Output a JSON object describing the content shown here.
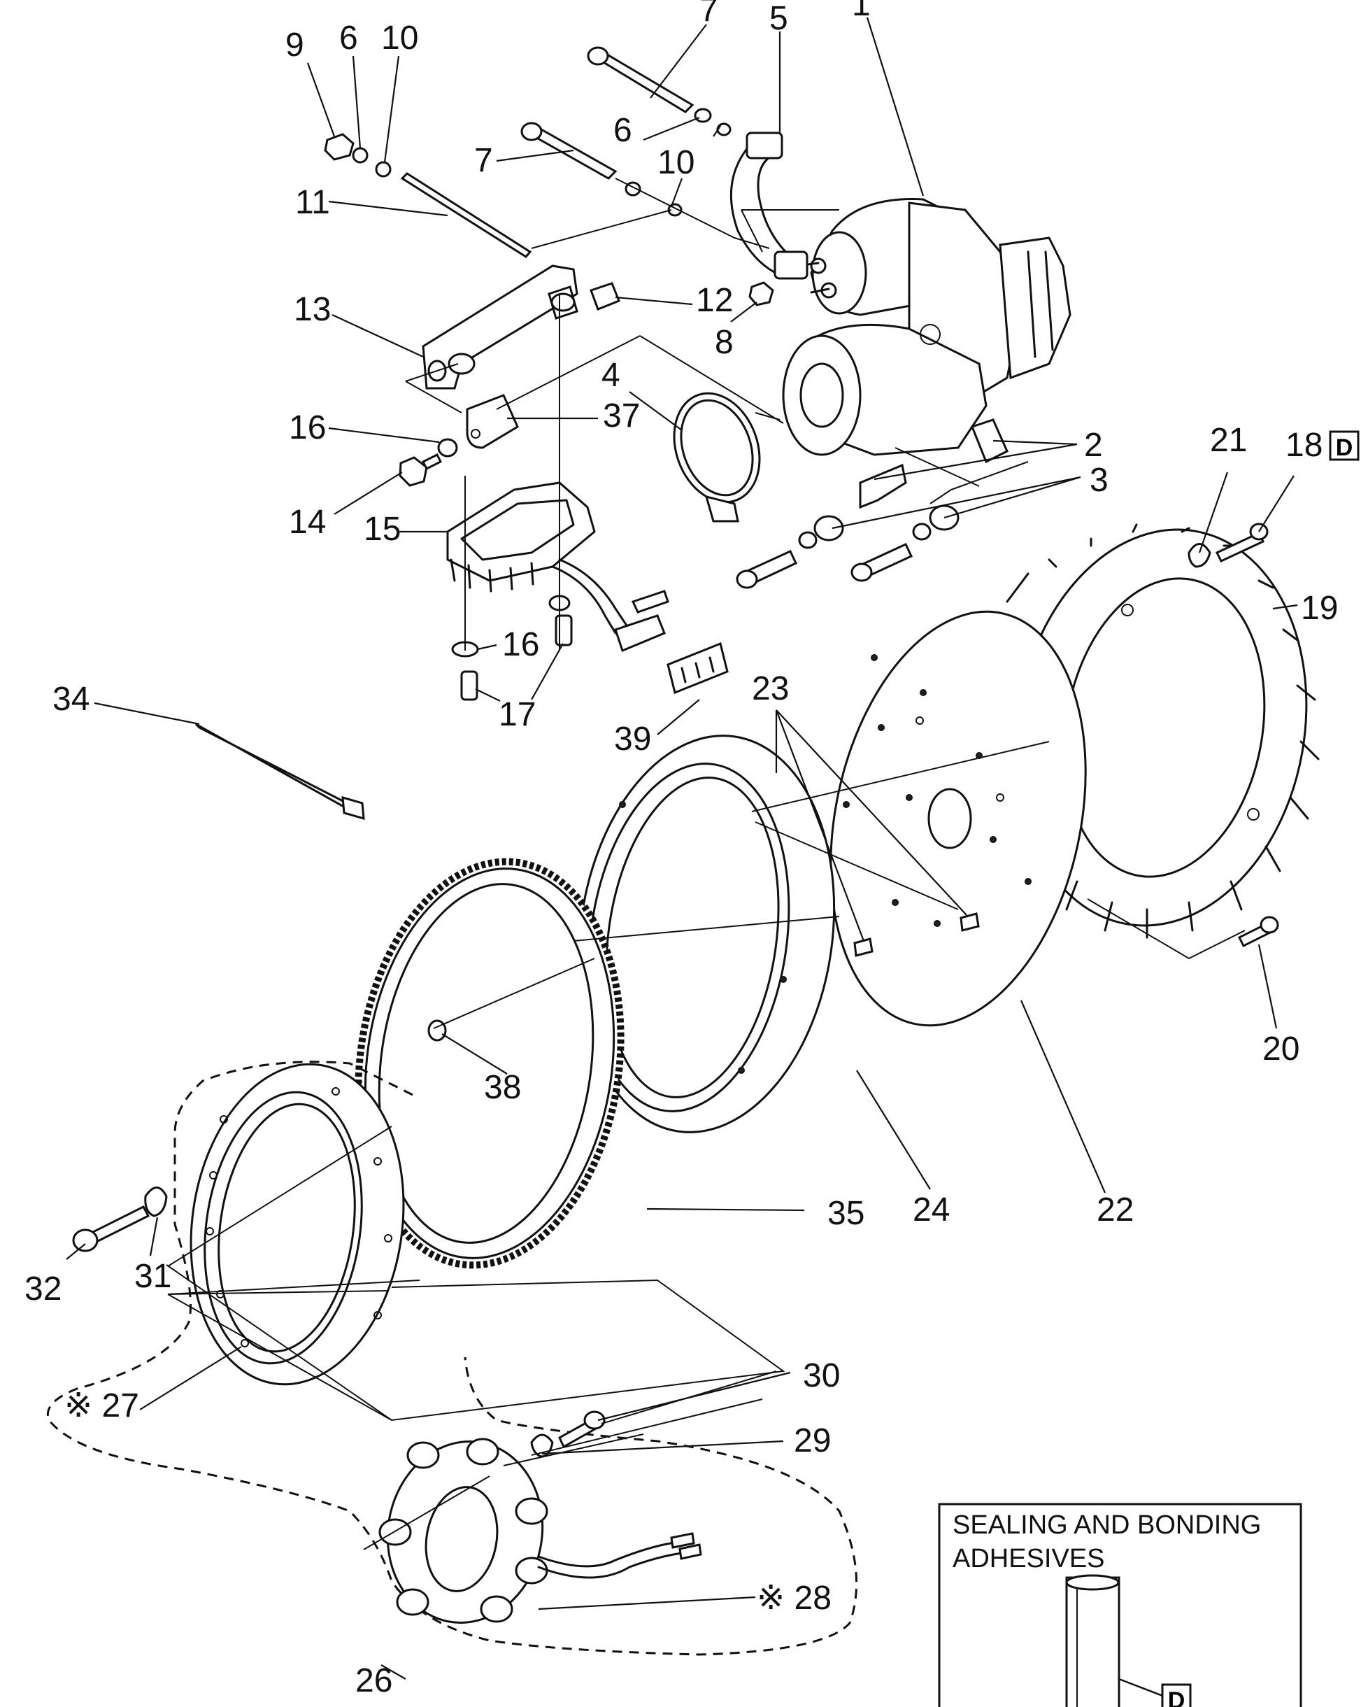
{
  "callouts": [
    {
      "id": "7a",
      "label": "7"
    },
    {
      "id": "5",
      "label": "5"
    },
    {
      "id": "1",
      "label": "1"
    },
    {
      "id": "9",
      "label": "9"
    },
    {
      "id": "6a",
      "label": "6"
    },
    {
      "id": "10a",
      "label": "10"
    },
    {
      "id": "6b",
      "label": "6"
    },
    {
      "id": "7b",
      "label": "7"
    },
    {
      "id": "10b",
      "label": "10"
    },
    {
      "id": "11",
      "label": "11"
    },
    {
      "id": "13",
      "label": "13"
    },
    {
      "id": "12",
      "label": "12"
    },
    {
      "id": "8",
      "label": "8"
    },
    {
      "id": "4",
      "label": "4"
    },
    {
      "id": "37",
      "label": "37"
    },
    {
      "id": "16a",
      "label": "16"
    },
    {
      "id": "2",
      "label": "2"
    },
    {
      "id": "3",
      "label": "3"
    },
    {
      "id": "21",
      "label": "21"
    },
    {
      "id": "18",
      "label": "18"
    },
    {
      "id": "14",
      "label": "14"
    },
    {
      "id": "15",
      "label": "15"
    },
    {
      "id": "19",
      "label": "19"
    },
    {
      "id": "16b",
      "label": "16"
    },
    {
      "id": "17",
      "label": "17"
    },
    {
      "id": "34",
      "label": "34"
    },
    {
      "id": "23",
      "label": "23"
    },
    {
      "id": "39",
      "label": "39"
    },
    {
      "id": "38",
      "label": "38"
    },
    {
      "id": "20",
      "label": "20"
    },
    {
      "id": "35",
      "label": "35"
    },
    {
      "id": "24",
      "label": "24"
    },
    {
      "id": "22",
      "label": "22"
    },
    {
      "id": "31",
      "label": "31"
    },
    {
      "id": "32",
      "label": "32"
    },
    {
      "id": "30",
      "label": "30"
    },
    {
      "id": "27",
      "label": "※ 27"
    },
    {
      "id": "29",
      "label": "29"
    },
    {
      "id": "28",
      "label": "※ 28"
    },
    {
      "id": "26",
      "label": "26"
    }
  ],
  "legend_box": {
    "title_line1": "SEALING AND BONDING",
    "title_line2": "ADHESIVES",
    "tube_code": "D"
  },
  "edge_code": "D"
}
